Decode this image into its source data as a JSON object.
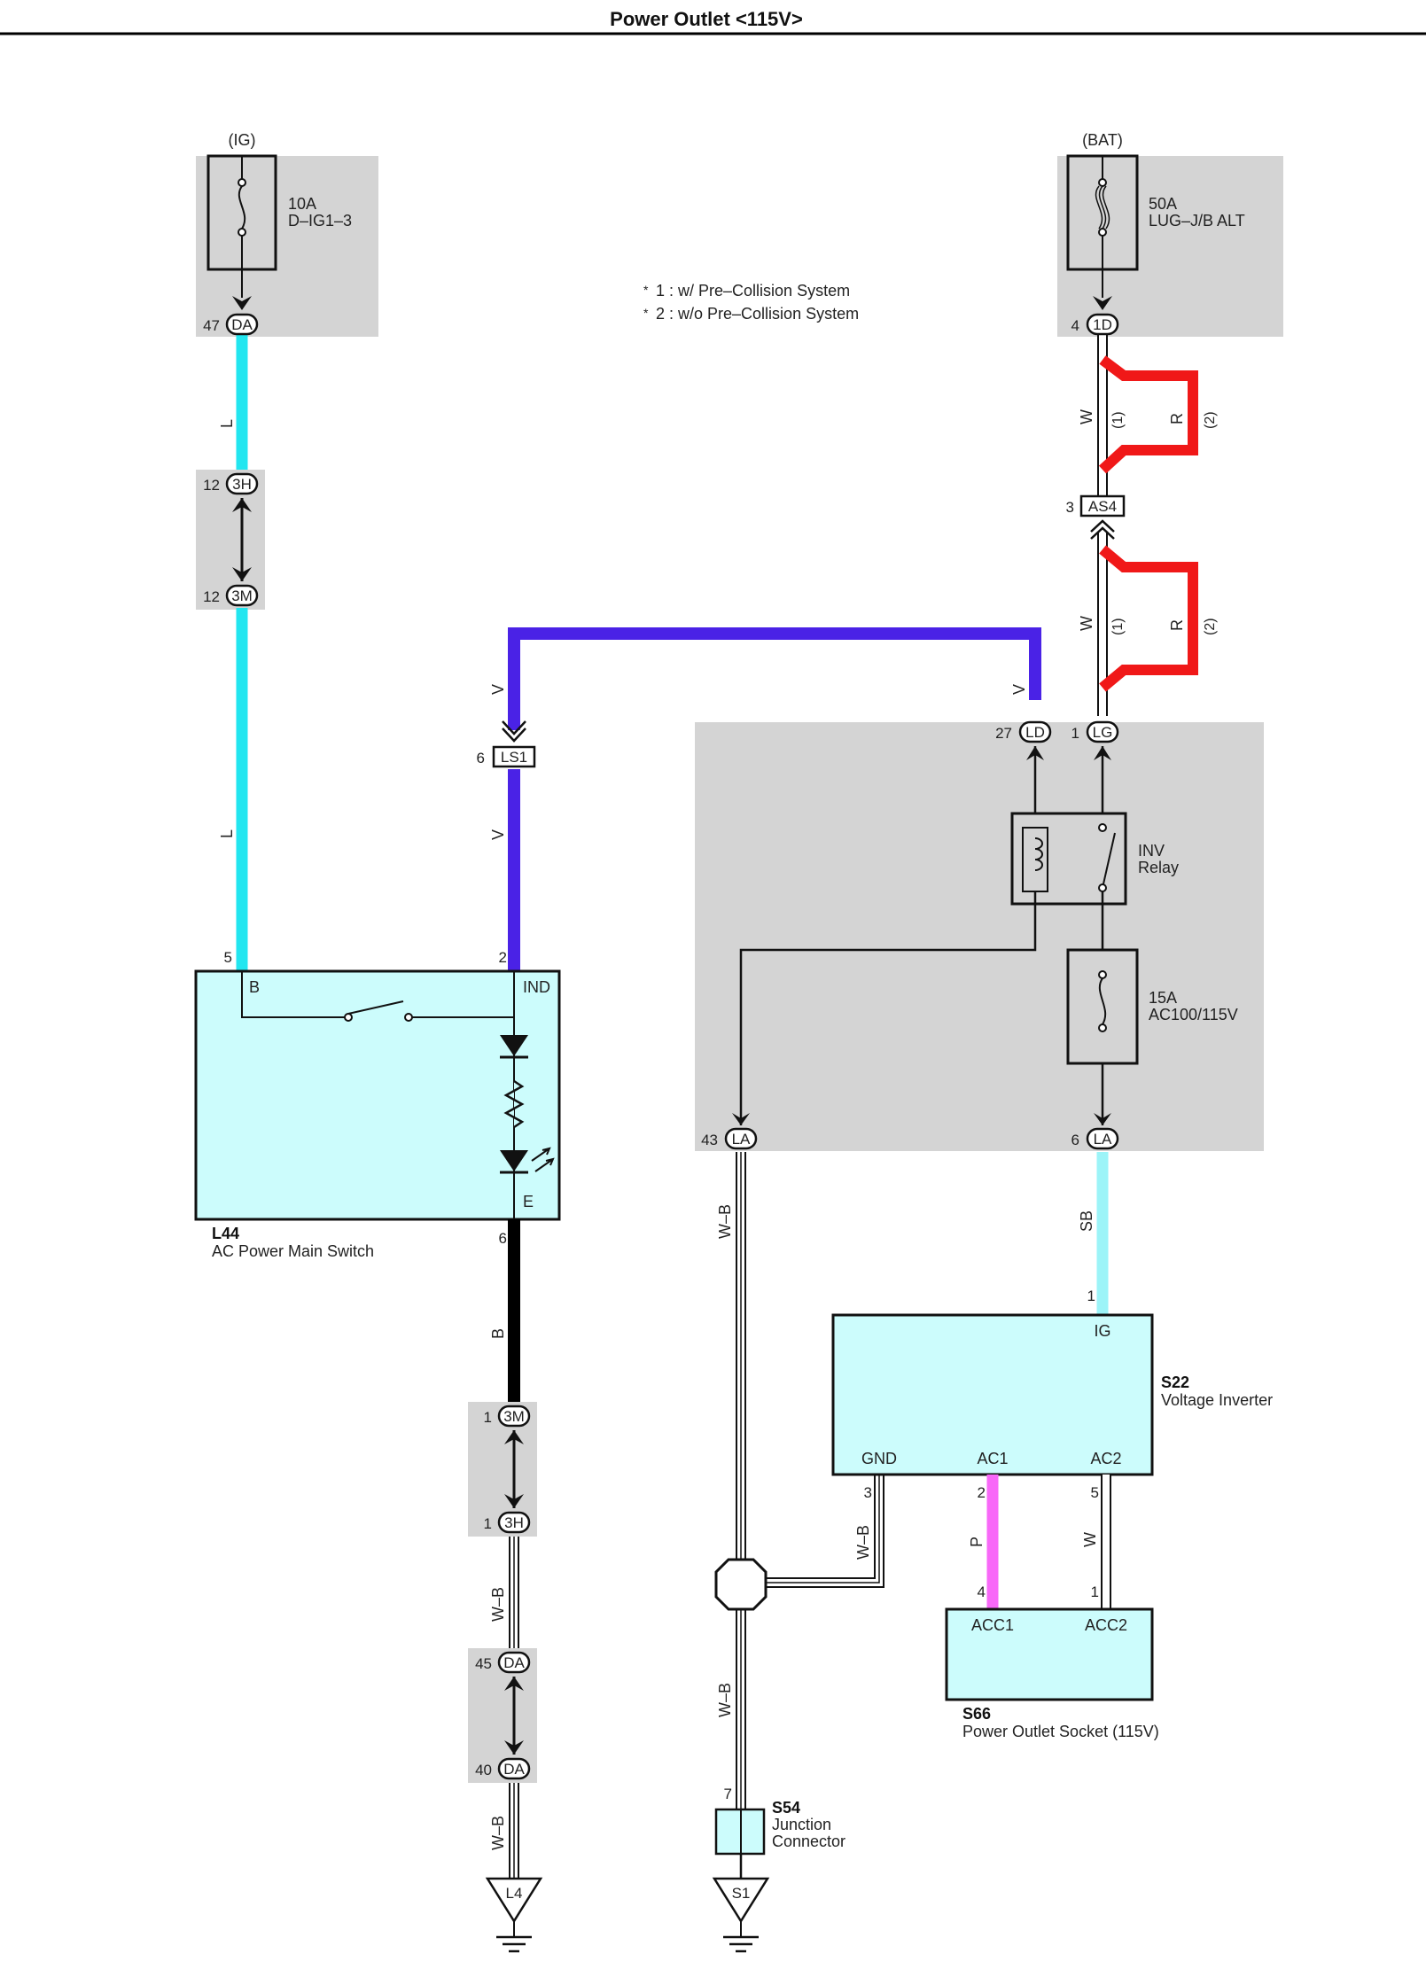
{
  "title": "Power Outlet <115V>",
  "notes": [
    "1 : w/ Pre–Collision System",
    "2 : w/o Pre–Collision System"
  ],
  "colors": {
    "wire_L": "#22e6f0",
    "wire_V": "#4a22e6",
    "wire_R": "#f01818",
    "wire_SB": "#9cf4f8",
    "wire_P": "#f868f8",
    "wire_B": "#000000",
    "gray_box": "#d4d4d4",
    "component_fill": "#ccfcfc"
  },
  "sources": {
    "ig": {
      "label": "(IG)",
      "amp": "10A",
      "name": "D–IG1–3"
    },
    "bat": {
      "label": "(BAT)",
      "amp": "50A",
      "name": "LUG–J/B ALT"
    }
  },
  "connectors": {
    "da_top": {
      "pin": "47",
      "name": "DA"
    },
    "c1d": {
      "pin": "4",
      "name": "1D"
    },
    "c3h_top": {
      "pin": "12",
      "name": "3H"
    },
    "c3m_top": {
      "pin": "12",
      "name": "3M"
    },
    "as4": {
      "pin": "3",
      "name": "AS4"
    },
    "ls1": {
      "pin": "6",
      "name": "LS1"
    },
    "ld": {
      "pin": "27",
      "name": "LD"
    },
    "lg": {
      "pin": "1",
      "name": "LG"
    },
    "la_left": {
      "pin": "43",
      "name": "LA"
    },
    "la_right": {
      "pin": "6",
      "name": "LA"
    },
    "c3m_bot": {
      "pin": "1",
      "name": "3M"
    },
    "c3h_bot": {
      "pin": "1",
      "name": "3H"
    },
    "da_mid": {
      "pin": "45",
      "name": "DA"
    },
    "da_bot": {
      "pin": "40",
      "name": "DA"
    },
    "ground_l4": "L4",
    "ground_s1": "S1"
  },
  "wires": {
    "L": "L",
    "V": "V",
    "W": "W",
    "R": "R",
    "B": "B",
    "WB": "W–B",
    "SB": "SB",
    "P": "P",
    "note1": "(1)",
    "note2": "(2)"
  },
  "relay": {
    "line1": "INV",
    "line2": "Relay"
  },
  "fuse15": {
    "amp": "15A",
    "name": "AC100/115V"
  },
  "l44": {
    "code": "L44",
    "name": "AC Power Main Switch",
    "pin_b": "B",
    "pin_ind": "IND",
    "pin_e": "E",
    "pin5": "5",
    "pin2": "2",
    "pin6": "6"
  },
  "s22": {
    "code": "S22",
    "name": "Voltage Inverter",
    "ig": "IG",
    "gnd": "GND",
    "ac1": "AC1",
    "ac2": "AC2",
    "pin_ig": "1",
    "pin_gnd": "3",
    "pin_ac1": "2",
    "pin_ac2": "5"
  },
  "s66": {
    "code": "S66",
    "name": "Power Outlet Socket (115V)",
    "acc1": "ACC1",
    "acc2": "ACC2",
    "pin_acc1": "4",
    "pin_acc2": "1"
  },
  "s54": {
    "code": "S54",
    "line1": "Junction",
    "line2": "Connector",
    "pin": "7"
  }
}
